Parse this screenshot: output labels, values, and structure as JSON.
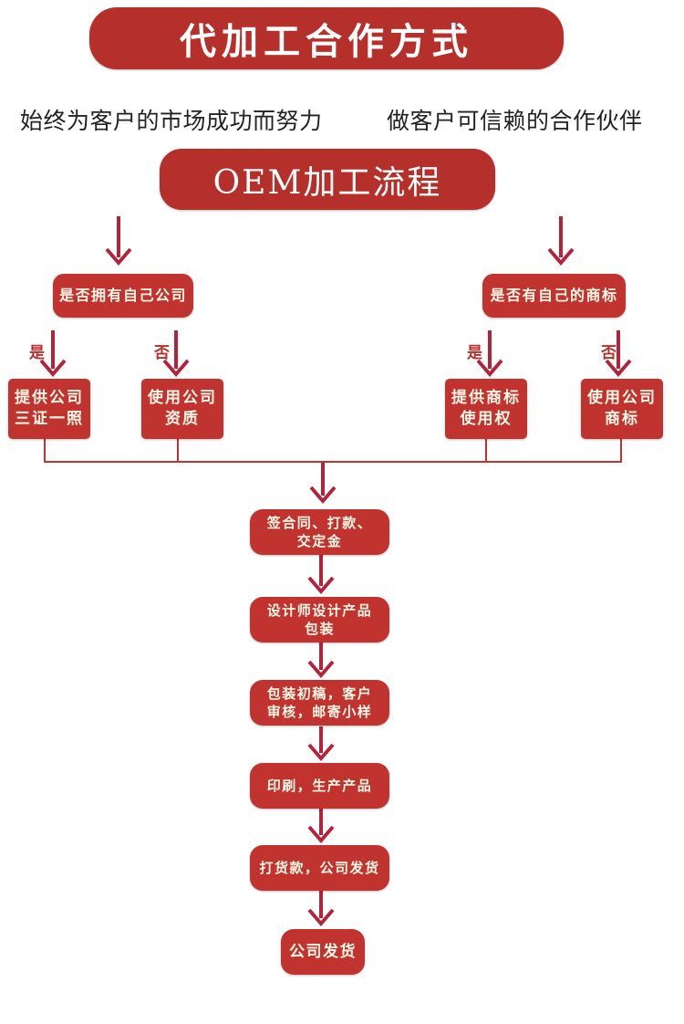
{
  "header": {
    "title": "代加工合作方式",
    "slogan_left": "始终为客户的市场成功而努力",
    "slogan_right": "做客户可信赖的合作伙伴",
    "process_title": "OEM加工流程"
  },
  "colors": {
    "primary_red": "#b5302b",
    "box_red": "#c0332e",
    "arrow_red": "#b3243a",
    "box_text": "#fff8e8"
  },
  "branches": {
    "left": {
      "question": "是否拥有自己公司",
      "yes_label": "是",
      "no_label": "否",
      "yes_result": [
        "提供公司",
        "三证一照"
      ],
      "no_result": [
        "使用公司",
        "资质"
      ]
    },
    "right": {
      "question": "是否有自己的商标",
      "yes_label": "是",
      "no_label": "否",
      "yes_result": [
        "提供商标",
        "使用权"
      ],
      "no_result": [
        "使用公司",
        "商标"
      ]
    }
  },
  "steps": [
    [
      "签合同、打款、",
      "交定金"
    ],
    [
      "设计师设计产品",
      "包装"
    ],
    [
      "包装初稿，客户",
      "审核，邮寄小样"
    ],
    [
      "印刷，生产产品"
    ],
    [
      "打货款，公司发货"
    ],
    [
      "公司发货"
    ]
  ]
}
